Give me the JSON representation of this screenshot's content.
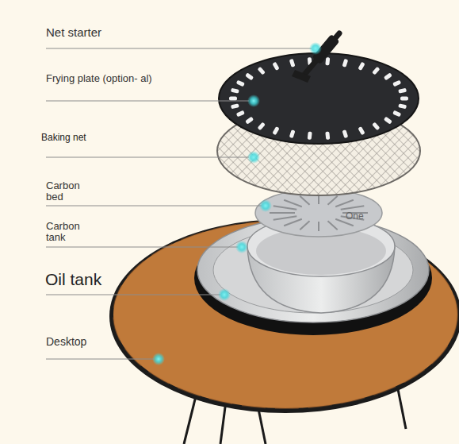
{
  "diagram": {
    "labels": [
      "Net starter",
      "Frying plate (option- al)",
      "Baking net",
      "Carbon bed",
      "Carbon tank",
      "Oil tank",
      "Desktop",
      "One"
    ]
  }
}
